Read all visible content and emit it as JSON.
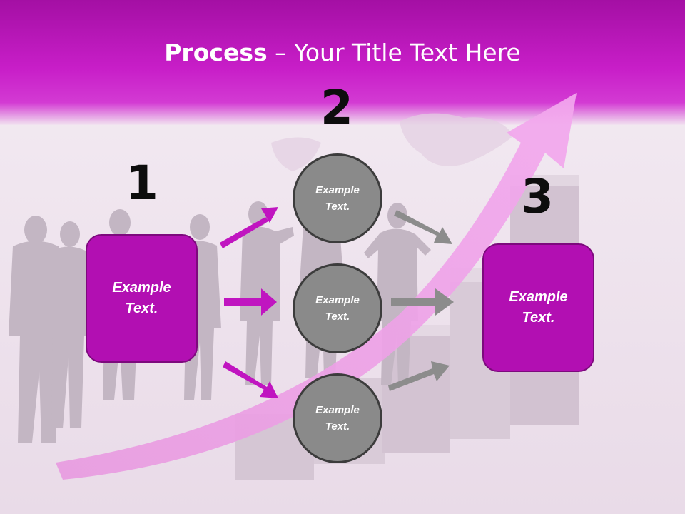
{
  "slide": {
    "title_bold": "Process",
    "title_rest": " – Your Title Text Here"
  },
  "steps": [
    {
      "number": "1",
      "text": "Example\nText."
    },
    {
      "number": "2",
      "text": ""
    },
    {
      "number": "3",
      "text": "Example\nText."
    }
  ],
  "circles": [
    {
      "text": "Example\nText."
    },
    {
      "text": "Example\nText."
    },
    {
      "text": "Example\nText."
    }
  ],
  "colors": {
    "header": "#c21cc2",
    "box_fill": "#b20fb2",
    "circle_fill": "#8a8a8a",
    "magenta_arrow": "#c015c0",
    "gray_arrow": "#8c8c8c"
  }
}
